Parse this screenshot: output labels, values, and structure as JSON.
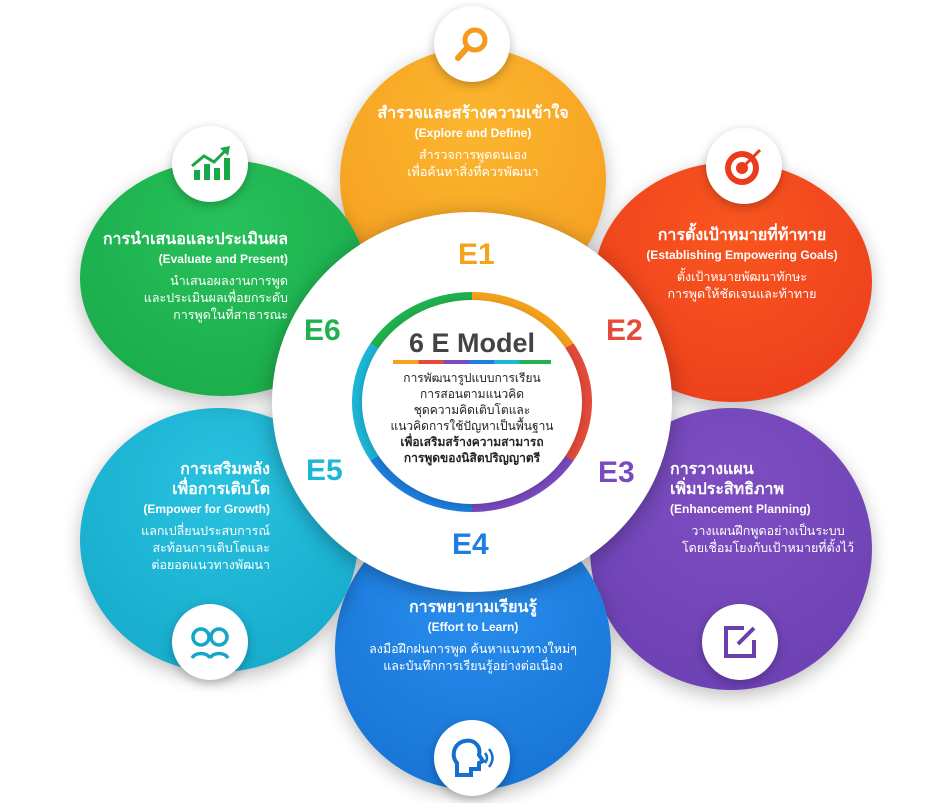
{
  "center": {
    "title": "6 E Model",
    "lines": [
      "การพัฒนารูปแบบการเรียน",
      "การสอนตามแนวคิด",
      "ชุดความคิดเติบโตและ",
      "แนวคิดการใช้ปัญหาเป็นพื้นฐาน"
    ],
    "bold_lines": [
      "เพื่อเสริมสร้างความสามารถ",
      "การพูดของนิสิตปริญญาตรี"
    ]
  },
  "stages": [
    {
      "code": "E1",
      "title": "สำรวจและสร้างความเข้าใจ",
      "en": "(Explore and Define)",
      "desc": [
        "สำรวจการพูดตนเอง",
        "เพื่อค้นหาสิ่งที่ควรพัฒนา"
      ],
      "color": "#f7a325",
      "icon": "magnifier-icon"
    },
    {
      "code": "E2",
      "title": "การตั้งเป้าหมายที่ท้าทาย",
      "en": "(Establishing Empowering Goals)",
      "desc": [
        "ตั้งเป้าหมายพัฒนาทักษะ",
        "การพูดให้ชัดเจนและท้าทาย"
      ],
      "color": "#f2461f",
      "icon": "target-icon"
    },
    {
      "code": "E3",
      "title": "การวางแผน",
      "title2": "เพิ่มประสิทธิภาพ",
      "en": "(Enhancement Planning)",
      "desc": [
        "วางแผนฝึกพูดอย่างเป็นระบบ",
        "โดยเชื่อมโยงกับเป้าหมายที่ตั้งไว้"
      ],
      "color": "#7446b8",
      "icon": "edit-icon"
    },
    {
      "code": "E4",
      "title": "การพยายามเรียนรู้",
      "en": "(Effort to Learn)",
      "desc": [
        "ลงมือฝึกฝนการพูด ค้นหาแนวทางใหม่ๆ",
        "และบันทึกการเรียนรู้อย่างต่อเนื่อง"
      ],
      "color": "#1a7de0",
      "icon": "speaking-head-icon"
    },
    {
      "code": "E5",
      "title": "การเสริมพลัง",
      "title2": "เพื่อการเติบโต",
      "en": "(Empower for Growth)",
      "desc": [
        "แลกเปลี่ยนประสบการณ์",
        "สะท้อนการเติบโตและ",
        "ต่อยอดแนวทางพัฒนา"
      ],
      "color": "#1bb3d3",
      "icon": "people-exchange-icon"
    },
    {
      "code": "E6",
      "title": "การนำเสนอและประเมินผล",
      "en": "(Evaluate and Present)",
      "desc": [
        "นำเสนอผลงานการพูด",
        "และประเมินผลเพื่อยกระดับ",
        "การพูดในที่สาธารณะ"
      ],
      "color": "#1fb552",
      "icon": "growth-chart-icon"
    }
  ]
}
